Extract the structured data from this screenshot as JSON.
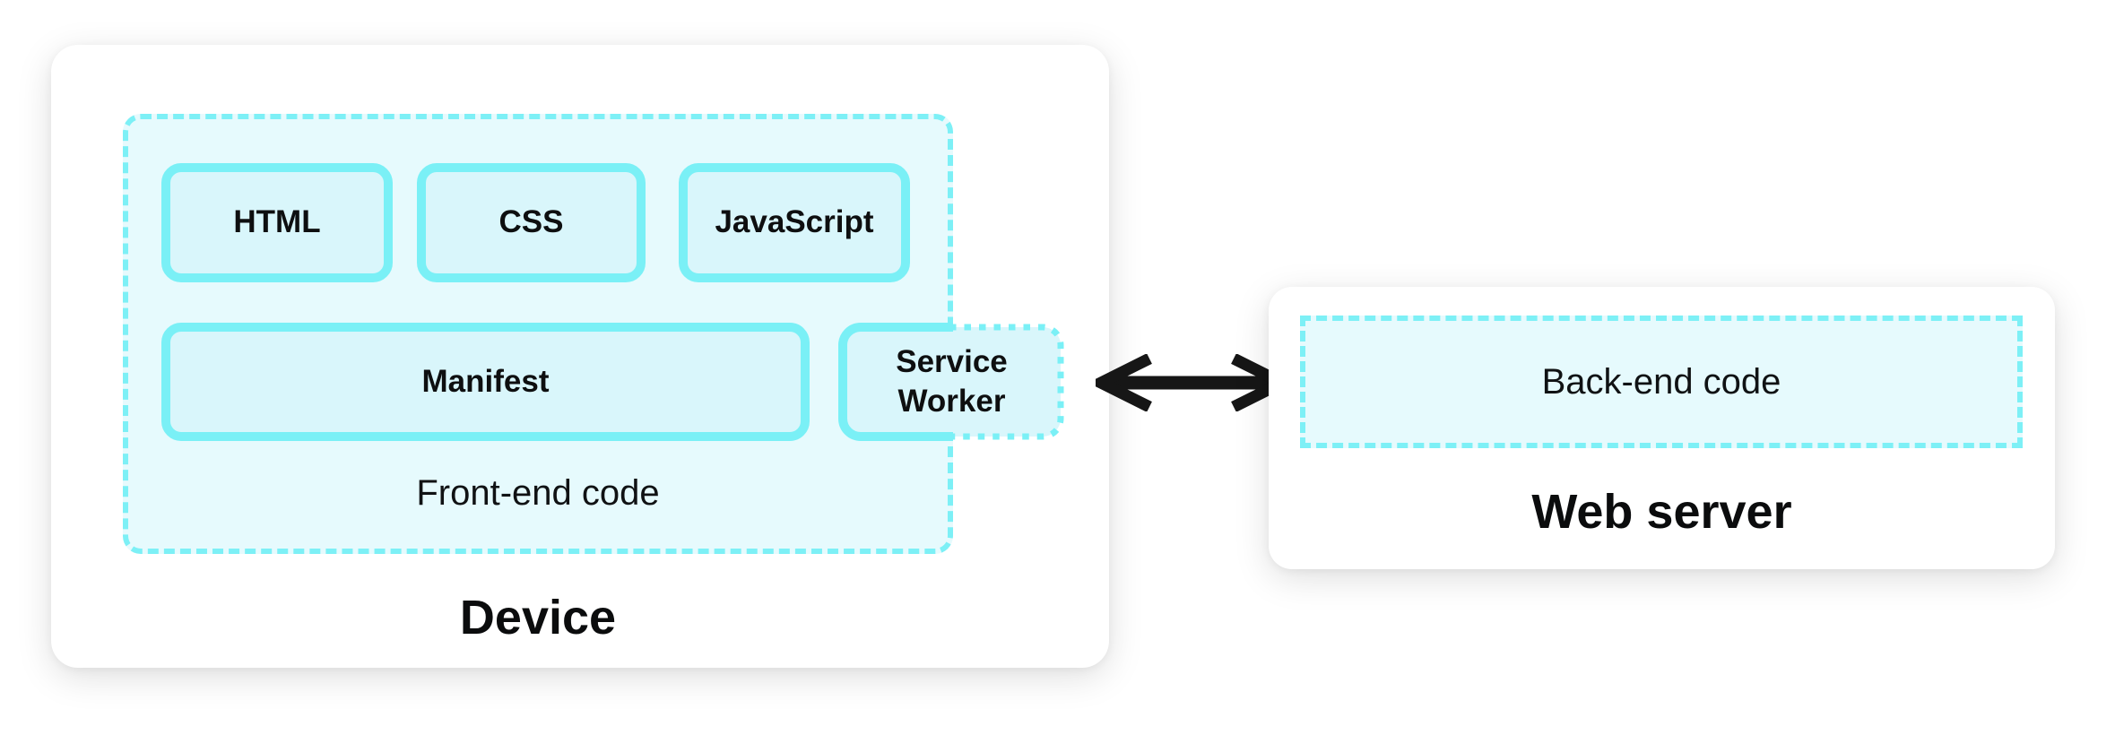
{
  "device_card": {
    "title": "Device",
    "frontend": {
      "label": "Front-end code",
      "row1_boxes": [
        {
          "label": "HTML"
        },
        {
          "label": "CSS"
        },
        {
          "label": "JavaScript"
        }
      ],
      "manifest": {
        "label": "Manifest"
      },
      "service_worker": {
        "label": "Service Worker"
      }
    }
  },
  "web_server_card": {
    "title": "Web server",
    "backend": {
      "label": "Back-end code"
    }
  },
  "connection": {
    "icon": "bidirectional-arrow-icon",
    "direction": "both",
    "color": "#161616"
  },
  "colors": {
    "accent_border": "#7af0f6",
    "dashed_border": "#7df0f6",
    "box_fill": "#d9f6fb",
    "container_fill": "#e6fafd",
    "card_background": "#ffffff",
    "page_background": "#ffffff",
    "text": "#0e0f10"
  }
}
